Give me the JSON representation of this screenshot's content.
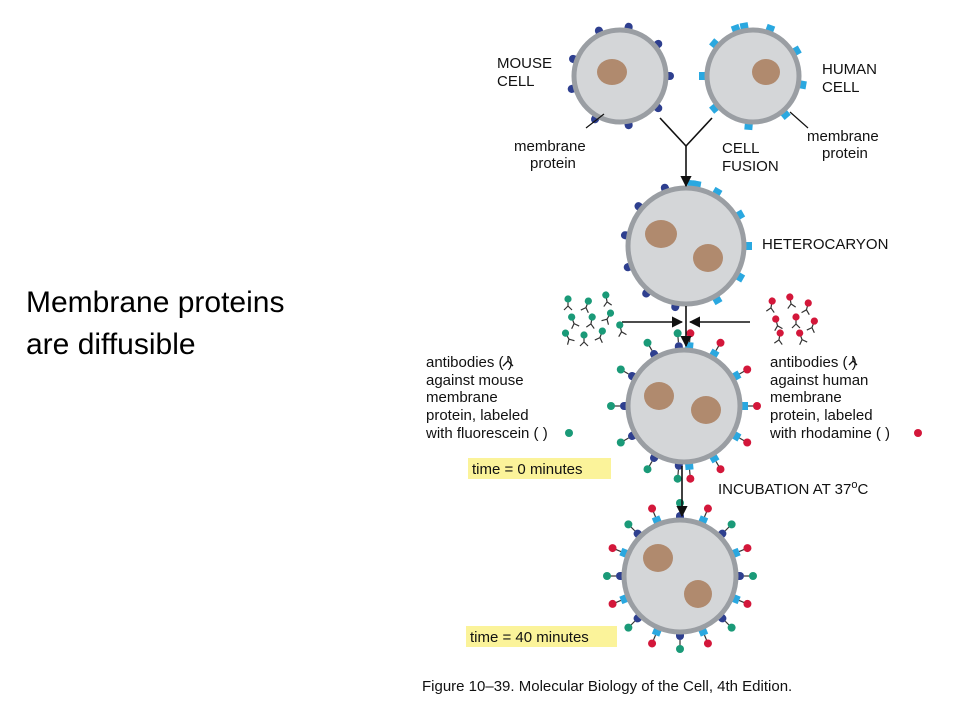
{
  "slide": {
    "title_line1": "Membrane proteins",
    "title_line2": "are diffusible"
  },
  "labels": {
    "mouse_line1": "MOUSE",
    "mouse_line2": "CELL",
    "human_line1": "HUMAN",
    "human_line2": "CELL",
    "mouse_protein_line1": "membrane",
    "mouse_protein_line2": "protein",
    "human_protein_line1": "membrane",
    "human_protein_line2": "protein",
    "fusion_line1": "CELL",
    "fusion_line2": "FUSION",
    "heterocaryon": "HETEROCARYON",
    "ab_mouse_lines": [
      "antibodies (   )",
      "against mouse",
      "membrane",
      "protein, labeled",
      "with fluorescein (   )"
    ],
    "ab_human_lines": [
      "antibodies (   )",
      "against human",
      "membrane",
      "protein, labeled",
      "with rhodamine (   )"
    ],
    "time0": "time = 0 minutes",
    "incubation": "INCUBATION AT 37",
    "incubation_sup": "o",
    "incubation_unit": "C",
    "time40": "time = 40 minutes",
    "caption": "Figure 10–39. Molecular Biology of the Cell, 4th Edition."
  },
  "colors": {
    "cell_fill": "#d4d6d8",
    "cell_stroke": "#9a9ea3",
    "nucleus": "#b08a6e",
    "mouse_protein": "#2e3f8f",
    "human_protein": "#2aa8e0",
    "fluorescein": "#1a9a78",
    "rhodamine": "#d3173a",
    "highlight": "#fbf39a"
  }
}
